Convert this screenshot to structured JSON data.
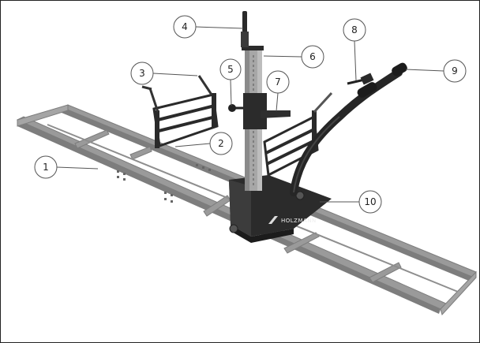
{
  "colors": {
    "frame_stroke": "#222222",
    "rail_fill": "#9a9a9a",
    "rail_dark": "#7d7d7d",
    "rail_light": "#b5b5b5",
    "metal_dark": "#1f1f1f",
    "metal_mid": "#3c3c3c",
    "metal_light": "#6a6a6a",
    "column_silver": "#a7a7a7",
    "callout_stroke": "#555555"
  },
  "logo": {
    "text": "HOLZMANN"
  },
  "callouts": [
    {
      "label": "1",
      "target": "rail-frame"
    },
    {
      "label": "2",
      "target": "log-stop-left"
    },
    {
      "label": "3",
      "target": "log-stop-left-arm"
    },
    {
      "label": "4",
      "target": "crank-handle"
    },
    {
      "label": "5",
      "target": "clamp-knob"
    },
    {
      "label": "6",
      "target": "column"
    },
    {
      "label": "7",
      "target": "saw-mount-plate"
    },
    {
      "label": "8",
      "target": "throttle-lever"
    },
    {
      "label": "9",
      "target": "push-handle"
    },
    {
      "label": "10",
      "target": "carriage-base"
    }
  ]
}
